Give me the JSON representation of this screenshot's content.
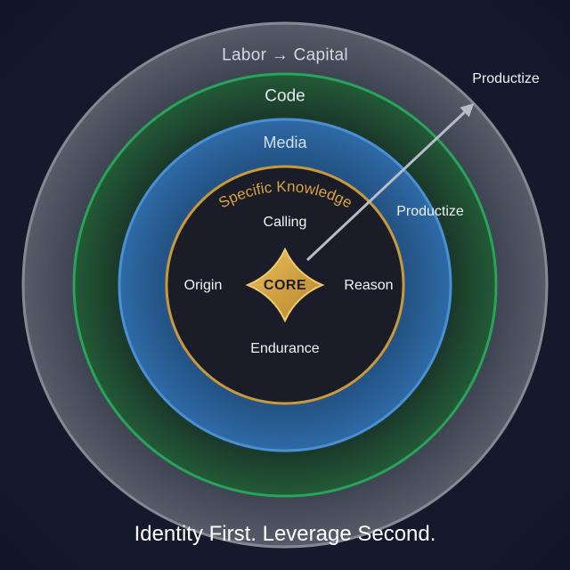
{
  "rings": {
    "outer_label": "Labor → Capital",
    "code_label": "Code",
    "media_label": "Media",
    "knowledge_label": "Specific Knowledge"
  },
  "core": {
    "label": "CORE",
    "top": "Calling",
    "left": "Origin",
    "right": "Reason",
    "bottom": "Endurance"
  },
  "arrow": {
    "outer_label": "Productize",
    "inner_label": "Productize"
  },
  "tagline": "Identity First. Leverage Second.",
  "colors": {
    "background": "#141828",
    "outer_ring": "#9a9ea8",
    "code_ring": "#1f8a4a",
    "media_ring": "#3d7fc4",
    "knowledge_ring": "#c99a3a",
    "core_fill": "#d7a845"
  }
}
